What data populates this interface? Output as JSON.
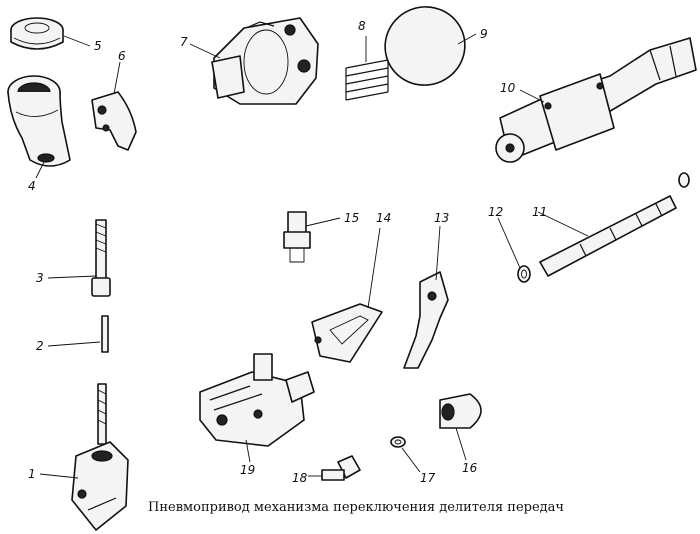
{
  "caption": "Пневмопривод механизма переключения делителя передач",
  "labels": {
    "n1": "1",
    "n2": "2",
    "n3": "3",
    "n4": "4",
    "n5": "5",
    "n6": "6",
    "n7": "7",
    "n8": "8",
    "n9": "9",
    "n10": "10",
    "n11": "11",
    "n12": "12",
    "n13": "13",
    "n14": "14",
    "n15": "15",
    "n16": "16",
    "n17": "17",
    "n18": "18",
    "n19": "19"
  }
}
